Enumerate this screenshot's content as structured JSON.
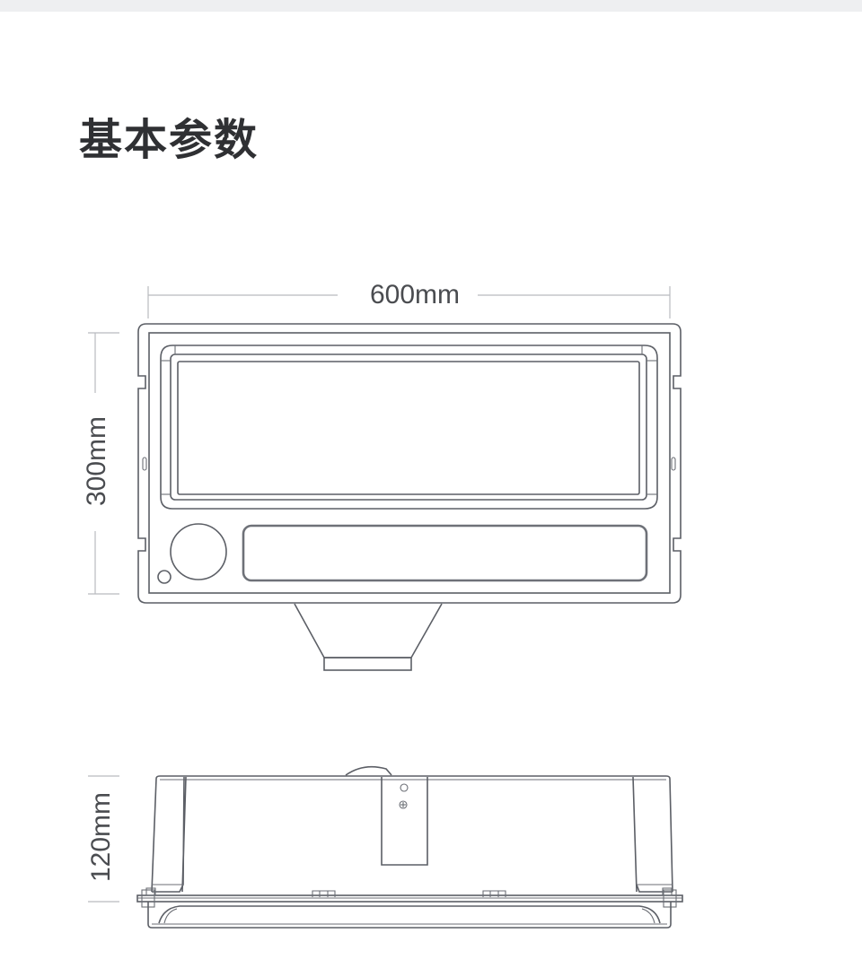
{
  "page": {
    "title": "基本参数",
    "top_bar_color": "#eeeff1",
    "text_color": "#2f3033",
    "line_color": "#5c5f66",
    "dimension_line_color": "#b9bbbf"
  },
  "front_view": {
    "width_dimension": "600mm",
    "height_dimension": "300mm"
  },
  "side_view": {
    "height_dimension": "120mm"
  }
}
